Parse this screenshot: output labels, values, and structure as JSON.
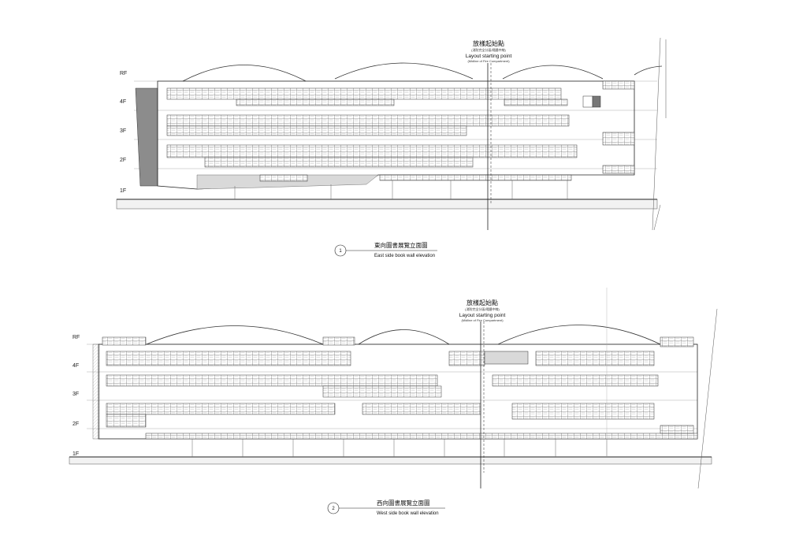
{
  "drawings": [
    {
      "floor_labels": [
        "RF",
        "4F",
        "3F",
        "2F",
        "1F"
      ],
      "marker": {
        "title_zh": "放樣起始點",
        "subtitle_zh": "(消防完全分區/隔牆中線)",
        "title_en": "Layout starting point",
        "subtitle_en": "(Midline of Fire Compartment)"
      },
      "caption": {
        "number": "1",
        "title_zh": "東向圖書展覽立面圖",
        "title_en": "East side book wall elevation"
      }
    },
    {
      "floor_labels": [
        "RF",
        "4F",
        "3F",
        "2F",
        "1F"
      ],
      "marker": {
        "title_zh": "放樣起始點",
        "subtitle_zh": "(消防完全分區/隔牆中線)",
        "title_en": "Layout starting point",
        "subtitle_en": "(Midline of Fire Compartment)"
      },
      "caption": {
        "number": "2",
        "title_zh": "西向圖書展覽立面圖",
        "title_en": "West side book wall elevation"
      }
    }
  ],
  "colors": {
    "line": "#222222",
    "grid": "#555555",
    "fill_dark": "#8c8c8c",
    "fill_light": "#d9d9d9"
  }
}
